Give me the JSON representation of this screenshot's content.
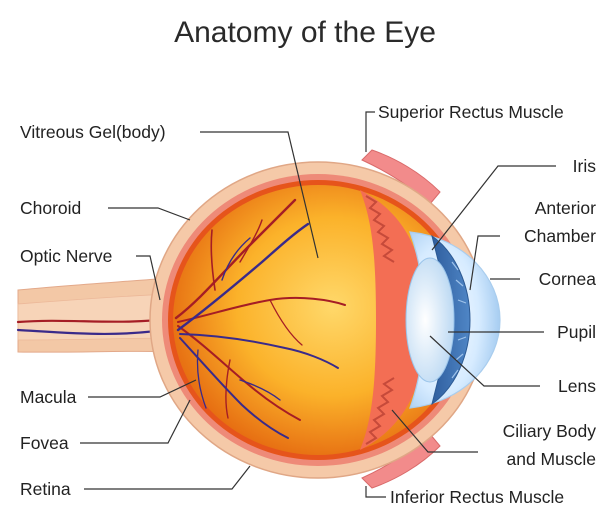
{
  "title": "Anatomy of the Eye",
  "labels": {
    "vitreous": "Vitreous Gel(body)",
    "choroid": "Choroid",
    "optic_nerve": "Optic Nerve",
    "macula": "Macula",
    "fovea": "Fovea",
    "retina": "Retina",
    "superior_rectus": "Superior Rectus Muscle",
    "iris": "Iris",
    "anterior_1": "Anterior",
    "anterior_2": "Chamber",
    "cornea": "Cornea",
    "pupil": "Pupil",
    "lens": "Lens",
    "ciliary_1": "Ciliary Body",
    "ciliary_2": "and Muscle",
    "inferior_rectus": "Inferior Rectus Muscle"
  },
  "colors": {
    "sclera": "#f5c9a8",
    "choroid": "#ee8a78",
    "vitreous_center": "#ffd35a",
    "vitreous_edge": "#e66a12",
    "iris": "#3e6fb0",
    "cornea": "#dcefff",
    "muscle": "#f08a8a",
    "vein_red": "#a51d25",
    "vein_blue": "#3a2a8a"
  }
}
